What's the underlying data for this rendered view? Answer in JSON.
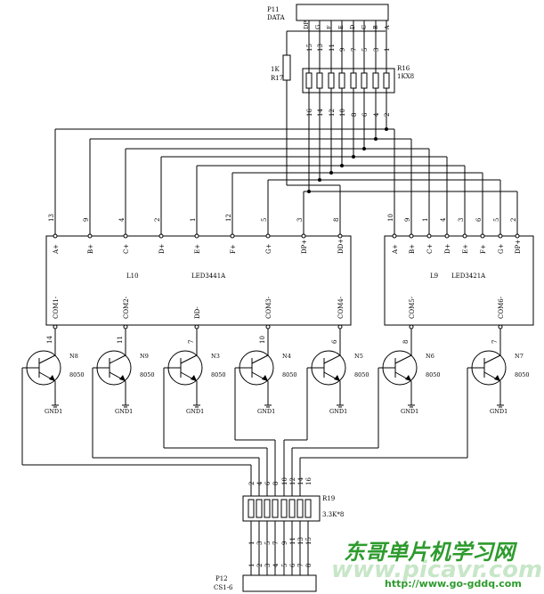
{
  "connectors": {
    "p11": {
      "ref": "P11",
      "value": "DATA",
      "pins": [
        "DP",
        "G",
        "F",
        "E",
        "D",
        "C",
        "B",
        "A"
      ]
    },
    "p12": {
      "ref": "P12",
      "value": "CS1-6"
    }
  },
  "resistors": {
    "r17": {
      "ref": "R17",
      "value": "1K"
    },
    "r16": {
      "ref": "R16",
      "value": "1KX8",
      "top_pins": [
        "15",
        "13",
        "11",
        "9",
        "7",
        "5",
        "3",
        "1"
      ],
      "bottom_pins": [
        "16",
        "14",
        "12",
        "10",
        "8",
        "6",
        "4",
        "2"
      ]
    },
    "r19": {
      "ref": "R19",
      "value": "3.3K*8",
      "top_pins": [
        "2",
        "4",
        "6",
        "8",
        "10",
        "12",
        "14",
        "16"
      ],
      "bottom_pins": [
        "1",
        "3",
        "5",
        "7",
        "9",
        "11",
        "13",
        "15"
      ],
      "conn_pins": [
        "1",
        "2",
        "3",
        "4",
        "5",
        "6",
        "7",
        "8"
      ]
    }
  },
  "displays": {
    "l10": {
      "ref": "L10",
      "value": "LED3441A",
      "segments": [
        "A+",
        "B+",
        "C+",
        "D+",
        "E+",
        "F+",
        "G+",
        "DP+",
        "DD+"
      ],
      "seg_pins": [
        "13",
        "9",
        "4",
        "2",
        "1",
        "12",
        "5",
        "3",
        "8"
      ],
      "commons": [
        "COM1-",
        "COM2-",
        "DD-",
        "COM3-",
        "COM4-"
      ],
      "com_pins": [
        "14",
        "11",
        "7",
        "10",
        "6"
      ]
    },
    "l9": {
      "ref": "L9",
      "value": "LED3421A",
      "segments": [
        "A+",
        "B+",
        "C+",
        "D+",
        "E+",
        "F+",
        "G+",
        "DP+"
      ],
      "seg_pins": [
        "10",
        "9",
        "1",
        "4",
        "3",
        "6",
        "5",
        "2"
      ],
      "commons": [
        "COM5-",
        "COM6-"
      ],
      "com_pins": [
        "8",
        "7"
      ]
    }
  },
  "transistors": [
    {
      "ref": "N8",
      "type": "8050",
      "gnd": "GND1"
    },
    {
      "ref": "N9",
      "type": "8050",
      "gnd": "GND1"
    },
    {
      "ref": "N3",
      "type": "8050",
      "gnd": "GND1"
    },
    {
      "ref": "N4",
      "type": "8050",
      "gnd": "GND1"
    },
    {
      "ref": "N5",
      "type": "8050",
      "gnd": "GND1"
    },
    {
      "ref": "N6",
      "type": "8050",
      "gnd": "GND1"
    },
    {
      "ref": "N7",
      "type": "8050",
      "gnd": "GND1"
    }
  ],
  "watermark": {
    "site_cn": "东哥单片机学习网",
    "url": "http://www.go-gddq.com",
    "bg": "www.picavr.com"
  }
}
